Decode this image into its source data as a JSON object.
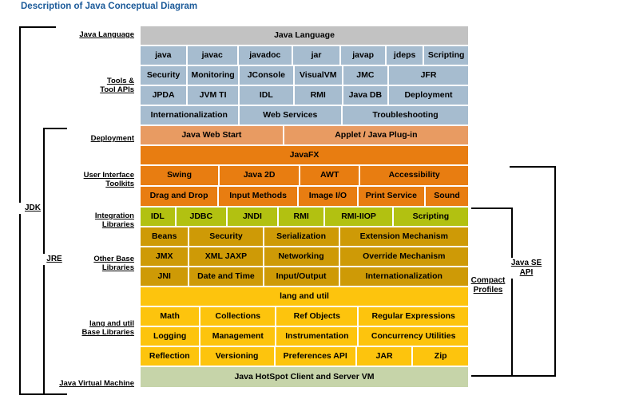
{
  "page": {
    "title": "Description of Java Conceptual Diagram"
  },
  "colors": {
    "title_blue": "#1b5a99",
    "java_language_gray": "#c2c2c2",
    "tools_blue": "#a6bccf",
    "deployment_light_orange": "#e89b62",
    "javafx_orange": "#e87d11",
    "ui_toolkit_orange": "#e87d11",
    "integration_olive": "#b2c111",
    "other_base_gold": "#ce9a06",
    "lang_util_yellow": "#fdc40d",
    "jvm_green": "#c6d4a9",
    "bracket_black": "#000000"
  },
  "row_labels": [
    {
      "name": "java-language",
      "lines": [
        "Java Language"
      ]
    },
    {
      "name": "tools-and-tool-apis",
      "lines": [
        "Tools &",
        "Tool APIs"
      ]
    },
    {
      "name": "deployment",
      "lines": [
        "Deployment"
      ]
    },
    {
      "name": "user-interface-toolkits",
      "lines": [
        "User Interface",
        "Toolkits"
      ]
    },
    {
      "name": "integration-libraries",
      "lines": [
        "Integration",
        "Libraries"
      ]
    },
    {
      "name": "other-base-libraries",
      "lines": [
        "Other Base",
        "Libraries"
      ]
    },
    {
      "name": "lang-and-util-base-libraries",
      "lines": [
        "lang and util",
        "Base Libraries"
      ]
    },
    {
      "name": "java-virtual-machine",
      "lines": [
        "Java Virtual Machine"
      ]
    }
  ],
  "brackets": {
    "jdk": {
      "label": [
        "JDK"
      ],
      "side": "left"
    },
    "jre": {
      "label": [
        "JRE"
      ],
      "side": "left"
    },
    "compact_profiles": {
      "label": [
        "Compact",
        "Profiles"
      ],
      "side": "right"
    },
    "java_se_api": {
      "label": [
        "Java SE",
        "API"
      ],
      "side": "right"
    }
  },
  "stack": {
    "rows": [
      {
        "name": "java-language-row",
        "style": "c-gray",
        "height": "h-lang",
        "cells": [
          {
            "label": "Java Language",
            "flex": 100
          }
        ]
      },
      {
        "name": "tools-row-1",
        "style": "c-blue",
        "height": "h-tool",
        "cells": [
          {
            "label": "java",
            "flex": 14.5
          },
          {
            "label": "javac",
            "flex": 16
          },
          {
            "label": "javadoc",
            "flex": 17
          },
          {
            "label": "jar",
            "flex": 15
          },
          {
            "label": "javap",
            "flex": 14
          },
          {
            "label": "jdeps",
            "flex": 11.5
          },
          {
            "label": "Scripting",
            "flex": 14
          }
        ]
      },
      {
        "name": "tools-row-2",
        "style": "c-blue",
        "height": "h-tool",
        "cells": [
          {
            "label": "Security",
            "flex": 14.5
          },
          {
            "label": "Monitoring",
            "flex": 16
          },
          {
            "label": "JConsole",
            "flex": 17
          },
          {
            "label": "VisualVM",
            "flex": 15
          },
          {
            "label": "JMC",
            "flex": 14
          },
          {
            "label": "JFR",
            "flex": 25.5
          }
        ]
      },
      {
        "name": "tools-row-3",
        "style": "c-blue",
        "height": "h-tool",
        "cells": [
          {
            "label": "JPDA",
            "flex": 14.5
          },
          {
            "label": "JVM TI",
            "flex": 16
          },
          {
            "label": "IDL",
            "flex": 17
          },
          {
            "label": "RMI",
            "flex": 15
          },
          {
            "label": "Java DB",
            "flex": 14
          },
          {
            "label": "Deployment",
            "flex": 25.5
          }
        ]
      },
      {
        "name": "tools-row-4",
        "style": "c-blue",
        "height": "h-tool",
        "cells": [
          {
            "label": "Internationalization",
            "flex": 30.5
          },
          {
            "label": "Web Services",
            "flex": 32
          },
          {
            "label": "Troubleshooting",
            "flex": 39.5
          }
        ]
      },
      {
        "name": "deployment-row",
        "style": "c-lorange",
        "height": "h-dep",
        "cells": [
          {
            "label": "Java Web Start",
            "flex": 43.5
          },
          {
            "label": "Applet / Java Plug-in",
            "flex": 56.5
          }
        ]
      },
      {
        "name": "javafx-row",
        "style": "c-orange",
        "height": "h-fx",
        "cells": [
          {
            "label": "JavaFX",
            "flex": 100
          }
        ]
      },
      {
        "name": "ui-toolkits-row-1",
        "style": "c-orange",
        "height": "h-ui",
        "cells": [
          {
            "label": "Swing",
            "flex": 24
          },
          {
            "label": "Java 2D",
            "flex": 24.5
          },
          {
            "label": "AWT",
            "flex": 18
          },
          {
            "label": "Accessibility",
            "flex": 33.5
          }
        ]
      },
      {
        "name": "ui-toolkits-row-2",
        "style": "c-orange",
        "height": "h-ui",
        "cells": [
          {
            "label": "Drag and Drop",
            "flex": 24
          },
          {
            "label": "Input Methods",
            "flex": 24.5
          },
          {
            "label": "Image I/O",
            "flex": 18
          },
          {
            "label": "Print Service",
            "flex": 20.5
          },
          {
            "label": "Sound",
            "flex": 13
          }
        ]
      },
      {
        "name": "integration-libraries-row",
        "style": "c-olive",
        "height": "h-int",
        "cells": [
          {
            "label": "IDL",
            "flex": 10.5
          },
          {
            "label": "JDBC",
            "flex": 15.5
          },
          {
            "label": "JNDI",
            "flex": 15.5
          },
          {
            "label": "RMI",
            "flex": 14
          },
          {
            "label": "RMI-IIOP",
            "flex": 21
          },
          {
            "label": "Scripting",
            "flex": 23.5
          }
        ]
      },
      {
        "name": "other-base-row-1",
        "style": "c-gold",
        "height": "h-base",
        "cells": [
          {
            "label": "Beans",
            "flex": 14.5
          },
          {
            "label": "Security",
            "flex": 22.5
          },
          {
            "label": "Serialization",
            "flex": 23
          },
          {
            "label": "Extension Mechanism",
            "flex": 40
          }
        ]
      },
      {
        "name": "other-base-row-2",
        "style": "c-gold",
        "height": "h-base",
        "cells": [
          {
            "label": "JMX",
            "flex": 14.5
          },
          {
            "label": "XML JAXP",
            "flex": 22.5
          },
          {
            "label": "Networking",
            "flex": 23
          },
          {
            "label": "Override Mechanism",
            "flex": 40
          }
        ]
      },
      {
        "name": "other-base-row-3",
        "style": "c-gold",
        "height": "h-base",
        "cells": [
          {
            "label": "JNI",
            "flex": 14.5
          },
          {
            "label": "Date and Time",
            "flex": 22.5
          },
          {
            "label": "Input/Output",
            "flex": 23
          },
          {
            "label": "Internationalization",
            "flex": 40
          }
        ]
      },
      {
        "name": "lang-and-util-row",
        "style": "c-yellow",
        "height": "h-lu",
        "cells": [
          {
            "label": "lang and util",
            "flex": 100
          }
        ]
      },
      {
        "name": "lang-util-base-row-1",
        "style": "c-yellow",
        "height": "h-lu",
        "cells": [
          {
            "label": "Math",
            "flex": 18
          },
          {
            "label": "Collections",
            "flex": 23
          },
          {
            "label": "Ref Objects",
            "flex": 25
          },
          {
            "label": "Regular Expressions",
            "flex": 34
          }
        ]
      },
      {
        "name": "lang-util-base-row-2",
        "style": "c-yellow",
        "height": "h-lu",
        "cells": [
          {
            "label": "Logging",
            "flex": 18
          },
          {
            "label": "Management",
            "flex": 23
          },
          {
            "label": "Instrumentation",
            "flex": 25
          },
          {
            "label": "Concurrency Utilities",
            "flex": 34
          }
        ]
      },
      {
        "name": "lang-util-base-row-3",
        "style": "c-yellow",
        "height": "h-lu",
        "cells": [
          {
            "label": "Reflection",
            "flex": 18
          },
          {
            "label": "Versioning",
            "flex": 23
          },
          {
            "label": "Preferences API",
            "flex": 25
          },
          {
            "label": "JAR",
            "flex": 17
          },
          {
            "label": "Zip",
            "flex": 17
          }
        ]
      },
      {
        "name": "jvm-row",
        "style": "c-green",
        "height": "h-vm",
        "cells": [
          {
            "label": "Java HotSpot Client and Server VM",
            "flex": 100
          }
        ]
      }
    ]
  }
}
